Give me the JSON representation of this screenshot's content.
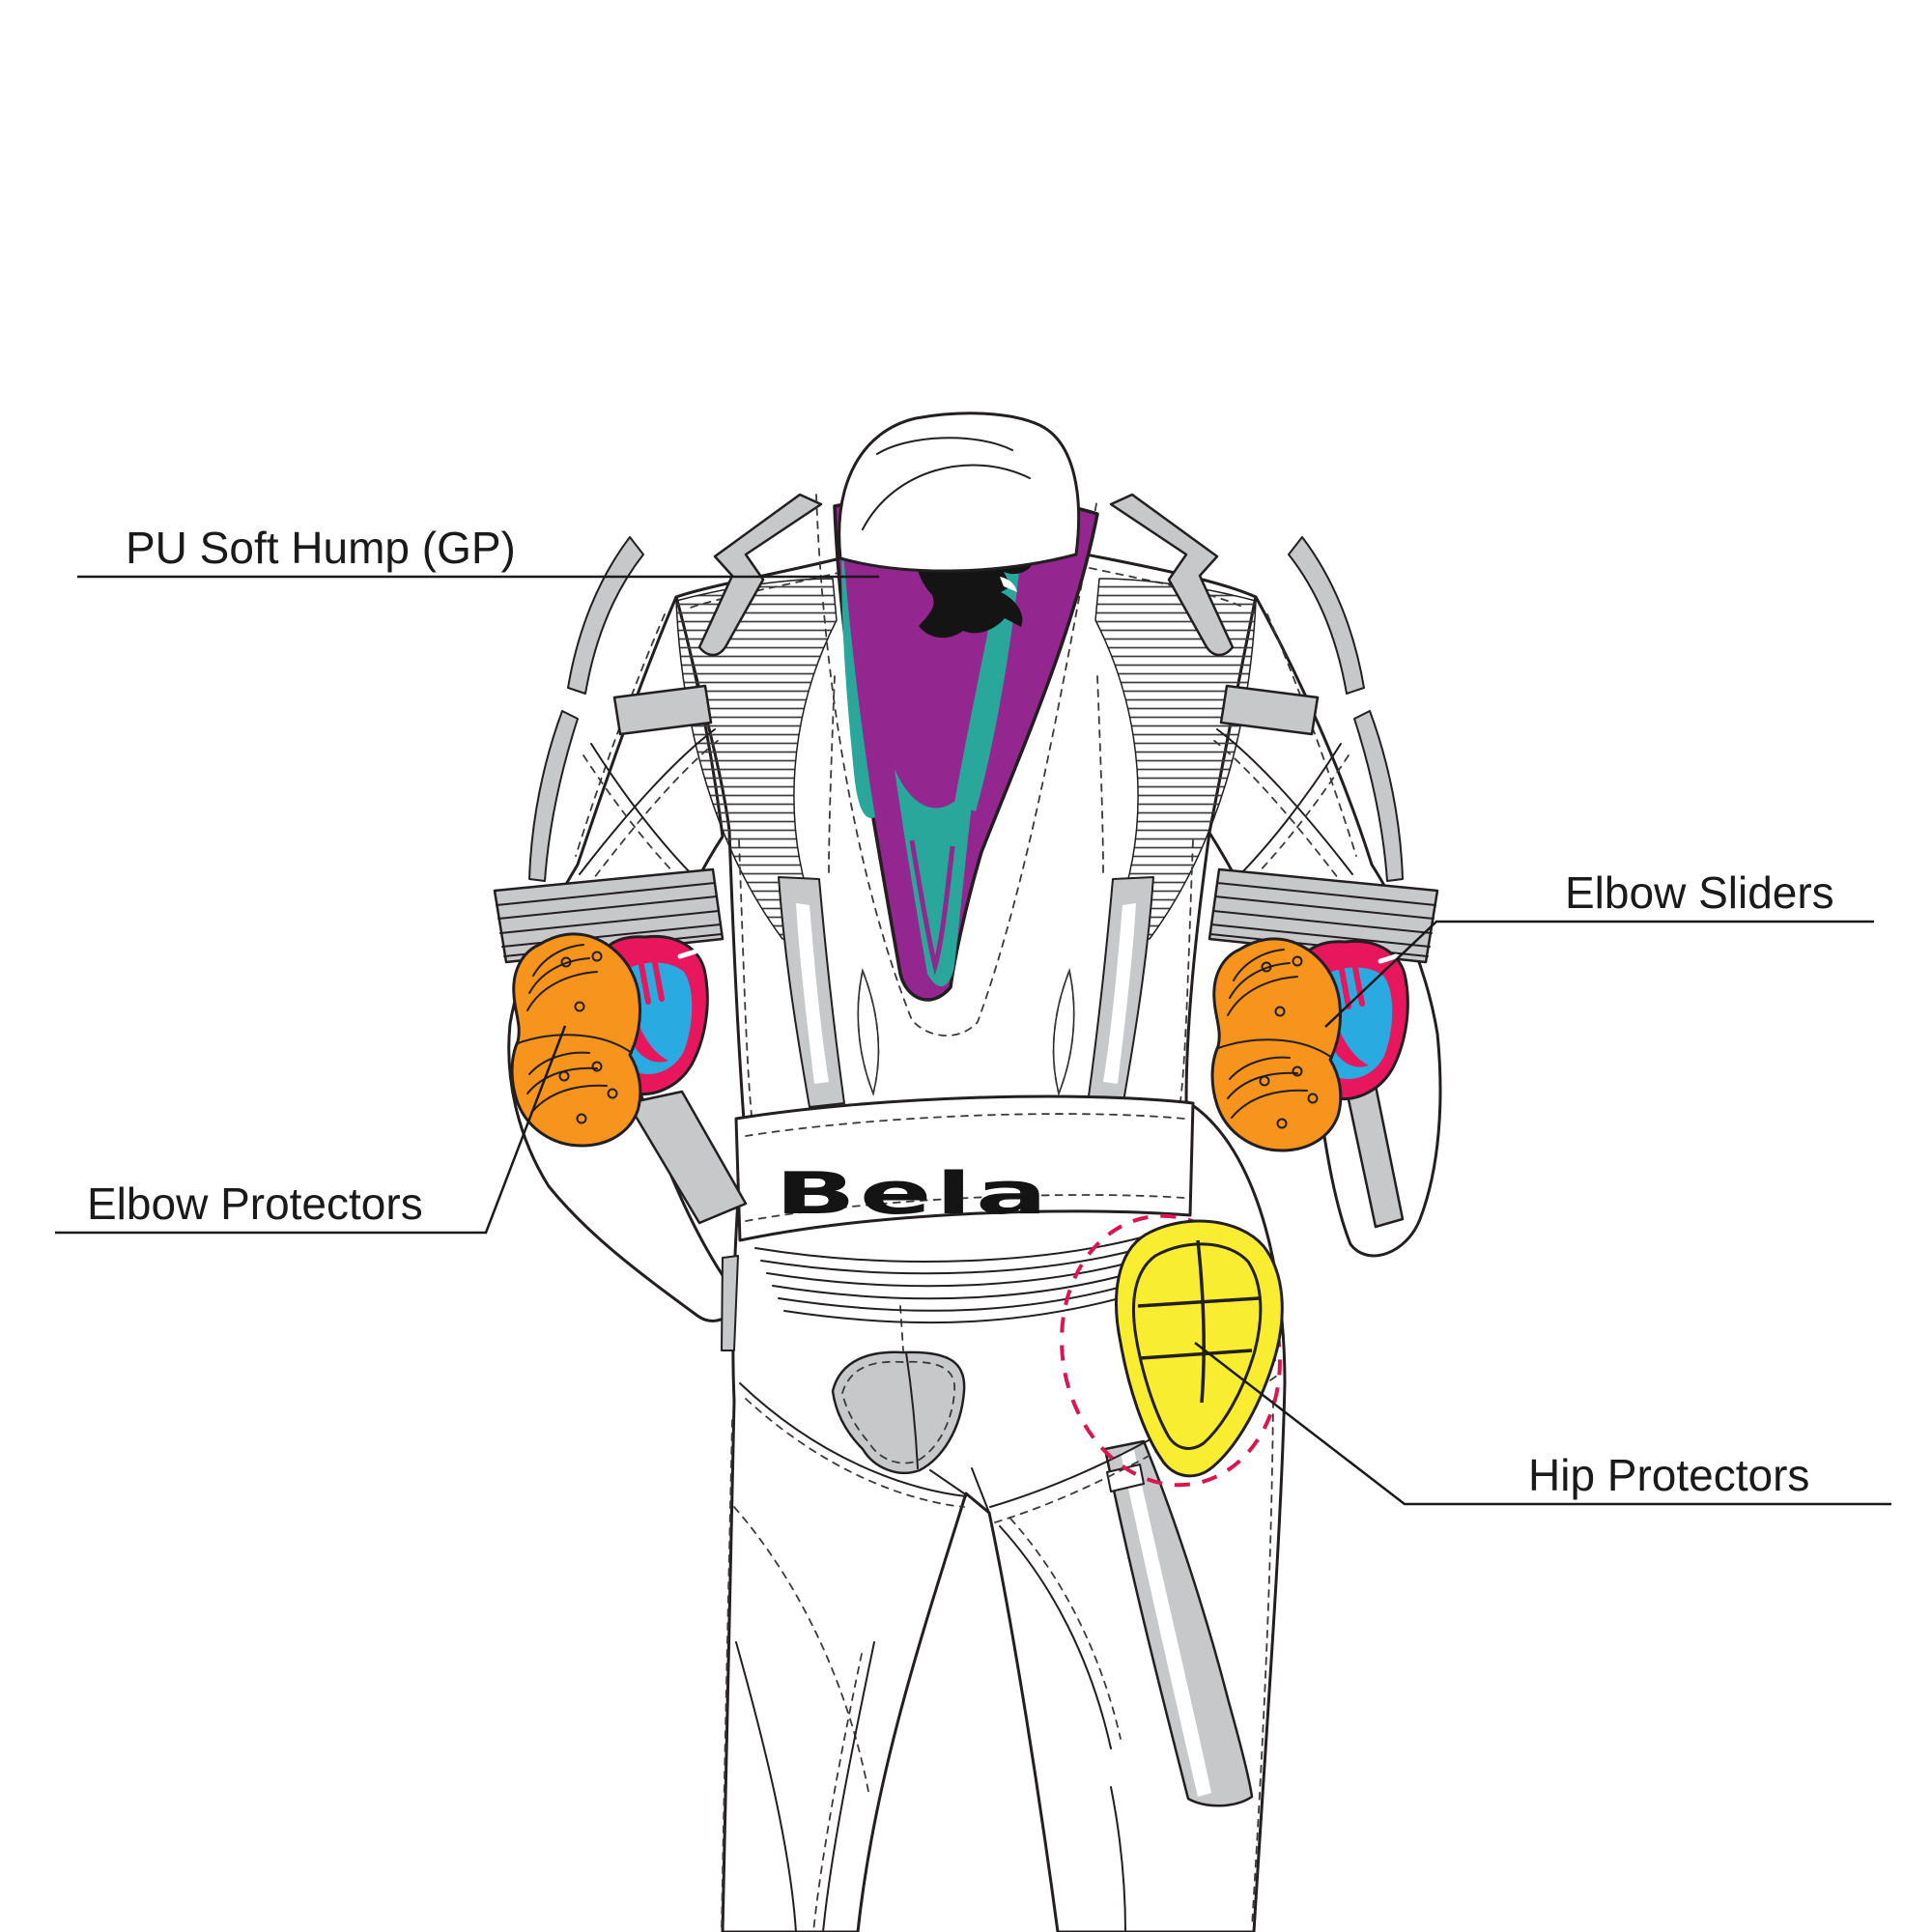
{
  "diagram": {
    "type": "product-feature-diagram",
    "subject": "motorcycle racing leather suit, back view",
    "brand_logo": "Bela",
    "labels": {
      "pu_soft_hump": "PU Soft Hump (GP)",
      "elbow_sliders": "Elbow Sliders",
      "elbow_protectors": "Elbow Protectors",
      "hip_protectors": "Hip Protectors"
    },
    "colors": {
      "background": "#ffffff",
      "outline": "#231f20",
      "panel_gray": "#c7c8ca",
      "hump_purple": "#93278f",
      "accent_teal": "#29a79b",
      "protector_orange": "#f7941d",
      "slider_pink": "#e8175d",
      "slider_pink_dark": "#8f0d3f",
      "slider_blue": "#29abe2",
      "hip_pad_yellow": "#f9ed32",
      "hip_marker_crimson": "#d9164f",
      "logo_black": "#141414"
    },
    "icons": [
      "panther-roar-logo"
    ]
  }
}
